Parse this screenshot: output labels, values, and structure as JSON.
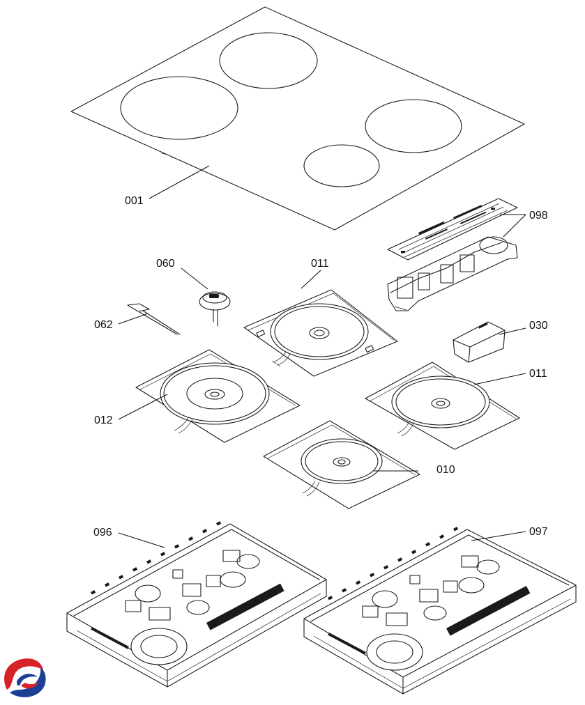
{
  "labels": {
    "l001": "001",
    "l098": "098",
    "l060": "060",
    "l011a": "011",
    "l062": "062",
    "l030": "030",
    "l011b": "011",
    "l012": "012",
    "l010": "010",
    "l096": "096",
    "l097": "097"
  },
  "logo": {
    "name": "brand-logo",
    "colors": {
      "red": "#d8222a",
      "blue": "#1b3f94"
    }
  }
}
